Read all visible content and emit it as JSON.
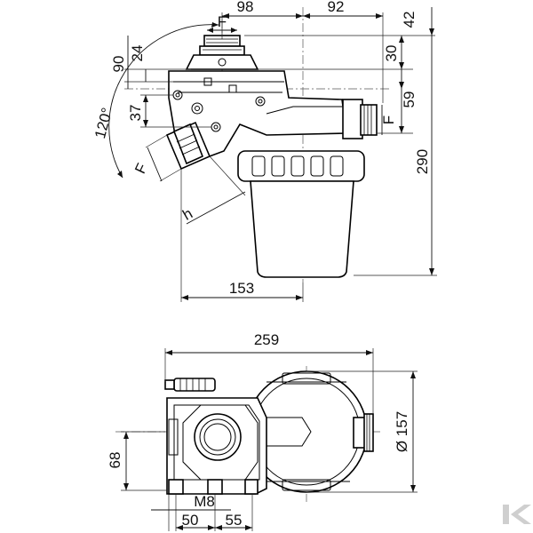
{
  "drawing": {
    "top_view": {
      "dim_98": "98",
      "dim_92": "92",
      "dim_42": "42",
      "dim_F_top": "F",
      "dim_24": "24",
      "dim_90": "90",
      "dim_30": "30",
      "dim_59": "59",
      "dim_37": "37",
      "dim_120deg": "120°",
      "dim_F_right": "F",
      "dim_290": "290",
      "dim_F_left": "F",
      "dim_h": "h",
      "dim_153": "153"
    },
    "bottom_view": {
      "dim_259": "259",
      "dim_157": "Ø 157",
      "dim_68": "68",
      "dim_M8": "M8",
      "dim_50": "50",
      "dim_55": "55"
    }
  }
}
